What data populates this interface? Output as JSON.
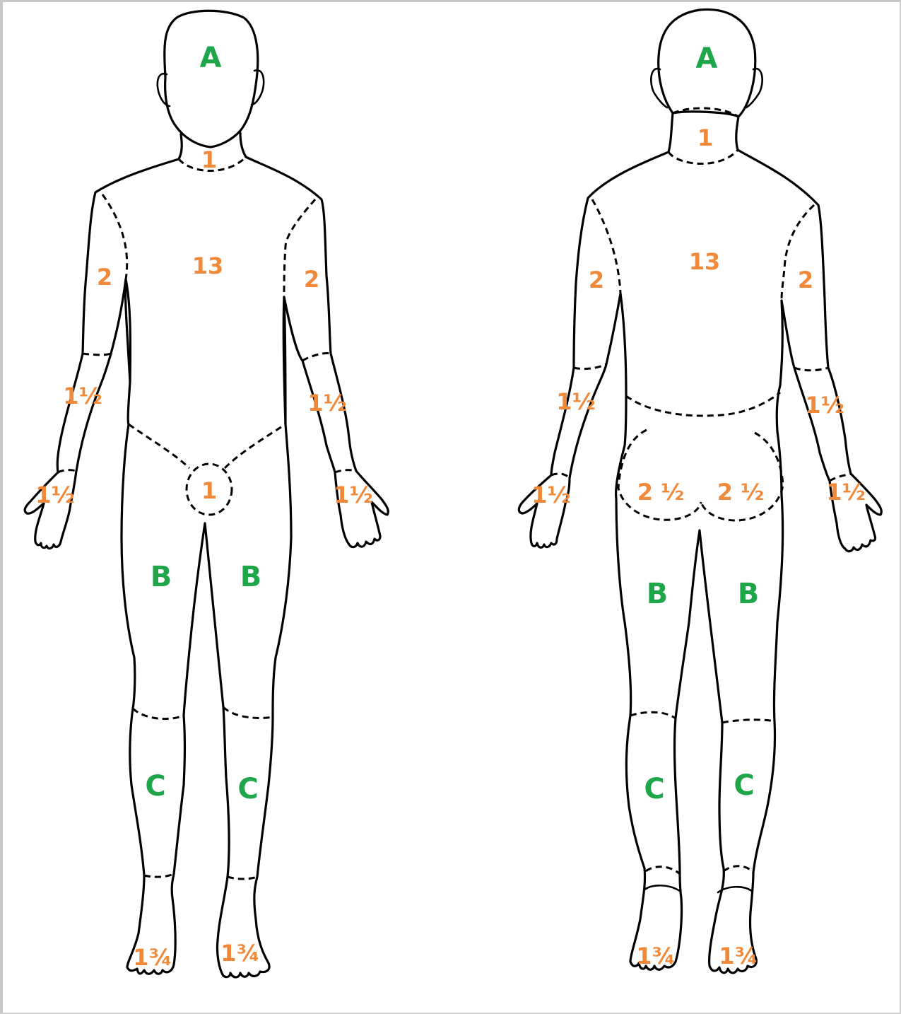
{
  "colors": {
    "percent_label": "#f08a3a",
    "region_label": "#1fa64a",
    "outline": "#000000"
  },
  "front": {
    "head": "A",
    "neck": "1",
    "trunk": "13",
    "upper_arm_right": "2",
    "upper_arm_left": "2",
    "forearm_right": "1½",
    "forearm_left": "1½",
    "hand_right": "1½",
    "hand_left": "1½",
    "genitals": "1",
    "thigh_right": "B",
    "thigh_left": "B",
    "leg_right": "C",
    "leg_left": "C",
    "foot_right": "1¾",
    "foot_left": "1¾"
  },
  "back": {
    "head": "A",
    "neck": "1",
    "trunk": "13",
    "upper_arm_left": "2",
    "upper_arm_right": "2",
    "forearm_left": "1½",
    "forearm_right": "1½",
    "hand_left": "1½",
    "hand_right": "1½",
    "buttock_left": "2 ½",
    "buttock_right": "2 ½",
    "thigh_left": "B",
    "thigh_right": "B",
    "leg_left": "C",
    "leg_right": "C",
    "foot_left": "1¾",
    "foot_right": "1¾"
  }
}
